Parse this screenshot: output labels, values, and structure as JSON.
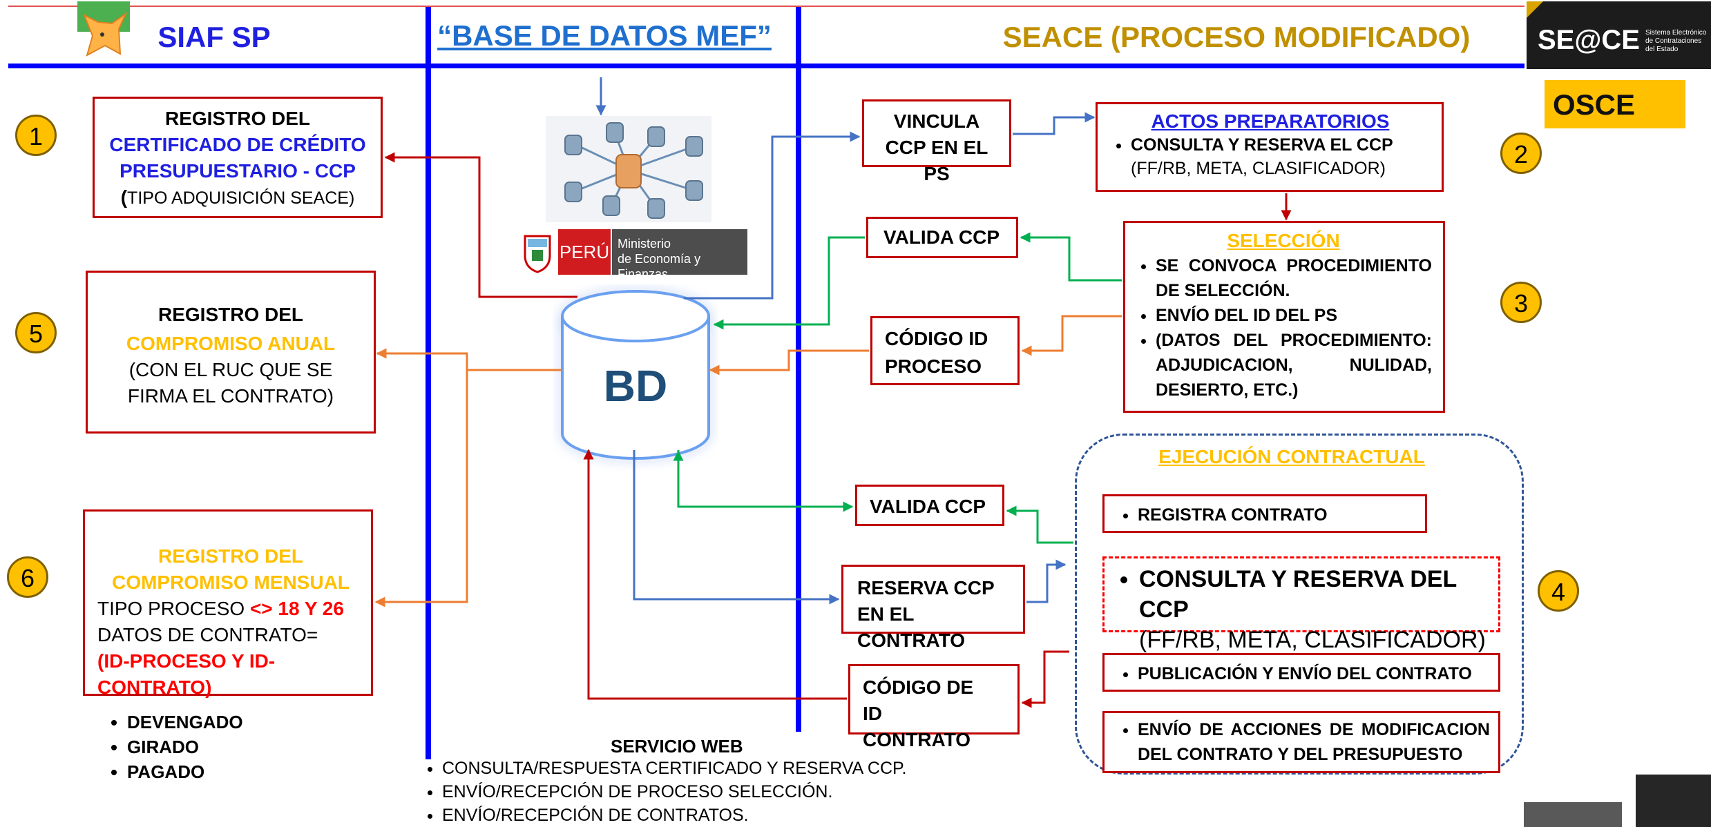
{
  "header": {
    "siaf": "SIAF SP",
    "base": "“BASE DE DATOS MEF”",
    "seace": "SEACE (PROCESO MODIFICADO)"
  },
  "logos": {
    "seace_text": "SE@CE",
    "seace_sub": "Sistema Electrónico de Contrataciones del Estado",
    "osce_text": "OSCE",
    "peru_tag": "PERÚ",
    "mef_line1": "Ministerio",
    "mef_line2": "de Economía y Finanzas"
  },
  "steps": [
    "1",
    "2",
    "3",
    "4",
    "5",
    "6"
  ],
  "box1": {
    "line1": "REGISTRO DEL",
    "line2": "CERTIFICADO DE CRÉDITO",
    "line3": "PRESUPUESTARIO - CCP",
    "line4_bold": "(",
    "line4": "TIPO ADQUISICIÓN SEACE)"
  },
  "box5": {
    "line1": "REGISTRO DEL",
    "line2": "COMPROMISO ANUAL",
    "line3": "(CON EL RUC QUE SE FIRMA EL CONTRATO)"
  },
  "box6": {
    "line1": "REGISTRO DEL",
    "line2": "COMPROMISO MENSUAL",
    "line3a": "TIPO PROCESO ",
    "line3b": "<> 18 Y 26",
    "line4": "DATOS DE CONTRATO=",
    "line5": "(ID-PROCESO Y ID-CONTRATO)"
  },
  "siaf_list": [
    "DEVENGADO",
    "GIRADO",
    "PAGADO"
  ],
  "bd_label": "BD",
  "servicio": {
    "title": "SERVICIO WEB",
    "items": [
      "CONSULTA/RESPUESTA CERTIFICADO Y  RESERVA CCP.",
      "ENVÍO/RECEPCIÓN DE PROCESO SELECCIÓN.",
      "ENVÍO/RECEPCIÓN DE CONTRATOS."
    ]
  },
  "mid_boxes": {
    "vincula": "VINCULA CCP EN EL PS",
    "valida1": "VALIDA CCP",
    "codigo_id": "CÓDIGO ID PROCESO",
    "valida2": "VALIDA CCP",
    "reserva": "RESERVA CCP EN EL CONTRATO",
    "codigo_contrato": "CÓDIGO DE ID CONTRATO"
  },
  "actos": {
    "title": "ACTOS PREPARATORIOS",
    "item_bold": "CONSULTA Y RESERVA EL CCP",
    "item_rest": " (FF/RB, META, CLASIFICADOR)"
  },
  "seleccion": {
    "title": "SELECCIÓN",
    "items": [
      "SE CONVOCA PROCEDIMIENTO DE SELECCIÓN.",
      "ENVÍO DEL ID DEL PS",
      "(DATOS DEL PROCEDIMIENTO: ADJUDICACION, NULIDAD, DESIERTO, ETC.)"
    ]
  },
  "ejecucion": {
    "title": "EJECUCIÓN CONTRACTUAL",
    "registra": "REGISTRA CONTRATO",
    "consulta_title": "CONSULTA Y RESERVA DEL CCP",
    "consulta_sub": "(FF/RB, META, CLASIFICADOR)",
    "publicacion": "PUBLICACIÓN Y ENVÍO DEL CONTRATO",
    "envio": "ENVÍO DE ACCIONES DE MODIFICACION DEL CONTRATO Y DEL PRESUPUESTO"
  },
  "colors": {
    "blue_line": "#0000ff",
    "red_arrow": "#c00000",
    "orange_arrow": "#ed7d31",
    "green_arrow": "#00b050",
    "blue_arrow": "#4472c4",
    "accent_yellow": "#ffc000"
  }
}
